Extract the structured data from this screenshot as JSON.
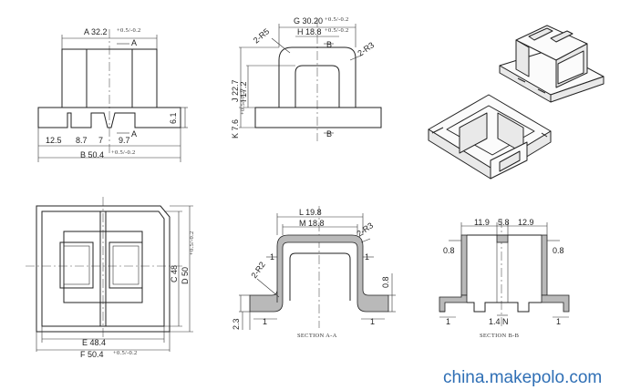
{
  "front_view": {
    "dim_A": "A 32.2",
    "dim_A_tol": "+0.5/-0.2",
    "section_mark_top": "A",
    "section_mark_bottom": "A",
    "bottom_dims": [
      "12.5",
      "8.7",
      "7",
      "9.7"
    ],
    "dim_B": "B 50.4",
    "dim_B_tol": "+0.5/-0.2",
    "right_height": "6.1"
  },
  "side_view": {
    "dim_G": "G 30.20",
    "dim_G_tol": "+0.5/-0.2",
    "dim_H": "H 18.8",
    "dim_H_tol": "+0.5/-0.2",
    "radius_left": "2-R5",
    "radius_right": "2-R3",
    "section_mark_top": "B",
    "section_mark_bottom": "B",
    "height_J": "J 22.7",
    "height_I": "I 17.2",
    "height_K": "K 7.6",
    "height_K_tol": "+0.5/-0.2"
  },
  "plan_view": {
    "width_E": "E 48.4",
    "width_F": "F 50.4",
    "width_F_tol": "+0.5/-0.2",
    "height_C": "C 48",
    "height_D": "D 50",
    "height_D_tol": "+0.5/-0.2"
  },
  "section_a": {
    "dim_L": "L 19.8",
    "dim_M": "M 18.8",
    "radius_right": "2-R3",
    "radius_left": "2-R2",
    "wall_left": "1",
    "wall_right": "1",
    "base_right": "0.8",
    "base_left_height": "2.3",
    "foot_left": "1",
    "foot_right": "1",
    "caption": "SECTION A-A"
  },
  "section_b": {
    "top_dims": [
      "11.9",
      "5.8",
      "12.9"
    ],
    "left_wall": "0.8",
    "right_wall": "0.8",
    "foot_left": "1",
    "foot_right": "1",
    "dim_N": "1.4 N",
    "caption": "SECTION B-B"
  },
  "watermark": "china.makepolo.com"
}
